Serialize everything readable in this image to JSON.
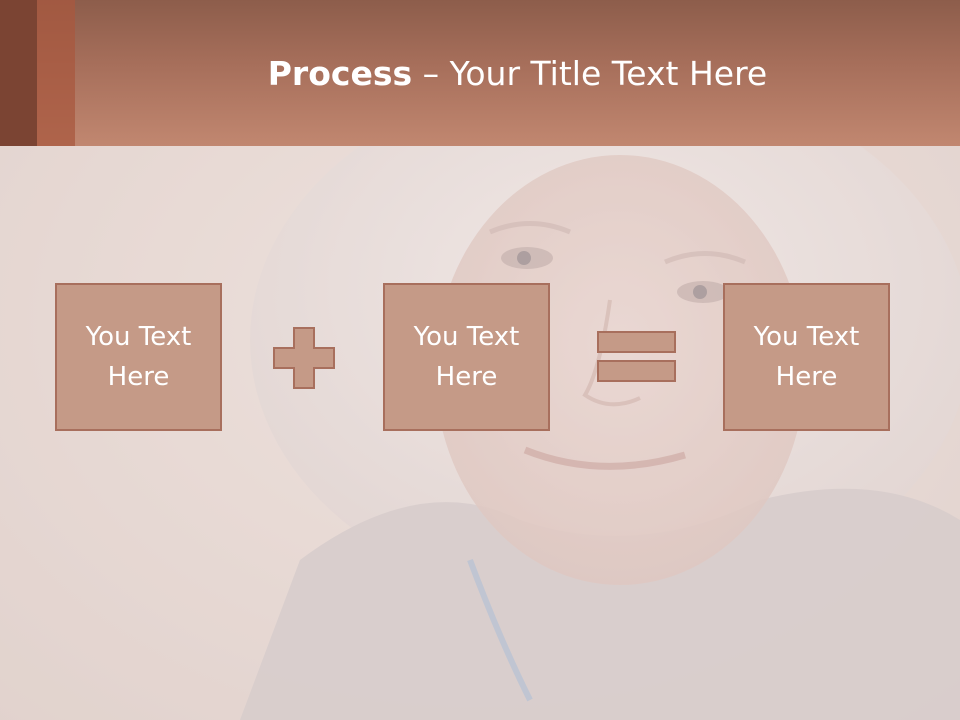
{
  "slide": {
    "title_bold": "Process",
    "title_dash": " – ",
    "title_rest": "Your Title Text Here",
    "boxes": [
      {
        "text": "You Text Here"
      },
      {
        "text": "You Text Here"
      },
      {
        "text": "You Text Here"
      }
    ],
    "colors": {
      "header": "#b0765f",
      "box_fill": "#c59a87",
      "box_border": "#a86f5d",
      "text": "#ffffff"
    }
  }
}
